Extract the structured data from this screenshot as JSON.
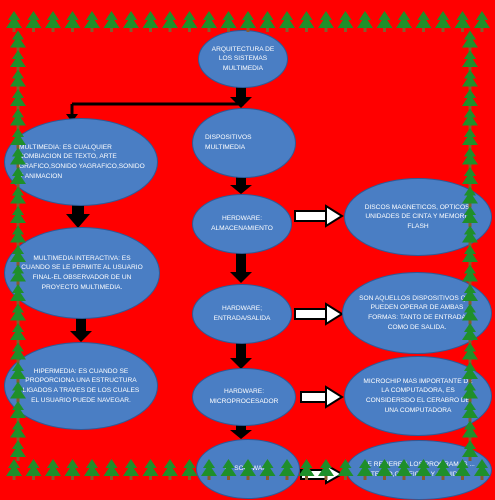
{
  "diagram": {
    "title": "ARQUITECTURA DE LOS SISTEMAS MULTIMEDIA",
    "left_column": [
      "MULTIMEDIA: ES CUALQUIER COMBIACION DE TEXTO, ARTE GRAFICO,SONIDO YAGRAFICO,SONIDO Y ANIMACION",
      "MULTIMEDIA INTERACTIVA: ES CUANDO SE LE PERMITE AL USUARIO FINAL-EL OBSERVADOR DE UN PROYECTO MULTIMEDIA.",
      "HIPERMEDIA: ES CUANDO SE PROPORCIONA UNA ESTRUCTURA LIGADOS A TRAVES DE LOS CUALES EL USUARIO PUEDE NAVEGAR."
    ],
    "center_column": [
      "DISPOSITIVOS MULTIMEDIA",
      "HERDWARE: ALMACENAMIENTO",
      "HARDWARE; ENTRADA/SALIDA",
      "HARDWARE: MICROPROCESADOR",
      "EL SOFTWARE"
    ],
    "right_column": [
      "DISCOS MAGNETICOS, OPTICOS, UNIDADES DE CINTA Y MEMORIA FLASH",
      "SON AQUELLOS DISPOSITIVOS QUE PUEDEN OPERAR DE AMBAS FORMAS: TANTO DE ENTRADA COMO DE SALIDA.",
      "MICROCHIP MAS IMPORTANTE DE LA COMPUTADORA, ES CONSIDERSDO EL CERABRO DE UNA COMPUTADORA",
      "SE REFIERE A LOS PROGRAMAS ... TEXTO,GRAFICOS Y SONIDOS"
    ]
  },
  "colors": {
    "background": "#ff0000",
    "node_fill": "#4a7ec4",
    "node_stroke": "#2d5b98",
    "node_text": "#ffffff",
    "arrow": "#000000",
    "tree": "#1f8f2a"
  },
  "icons": {
    "border_decoration": "pine-tree-icon",
    "connector": "arrow-icon"
  }
}
